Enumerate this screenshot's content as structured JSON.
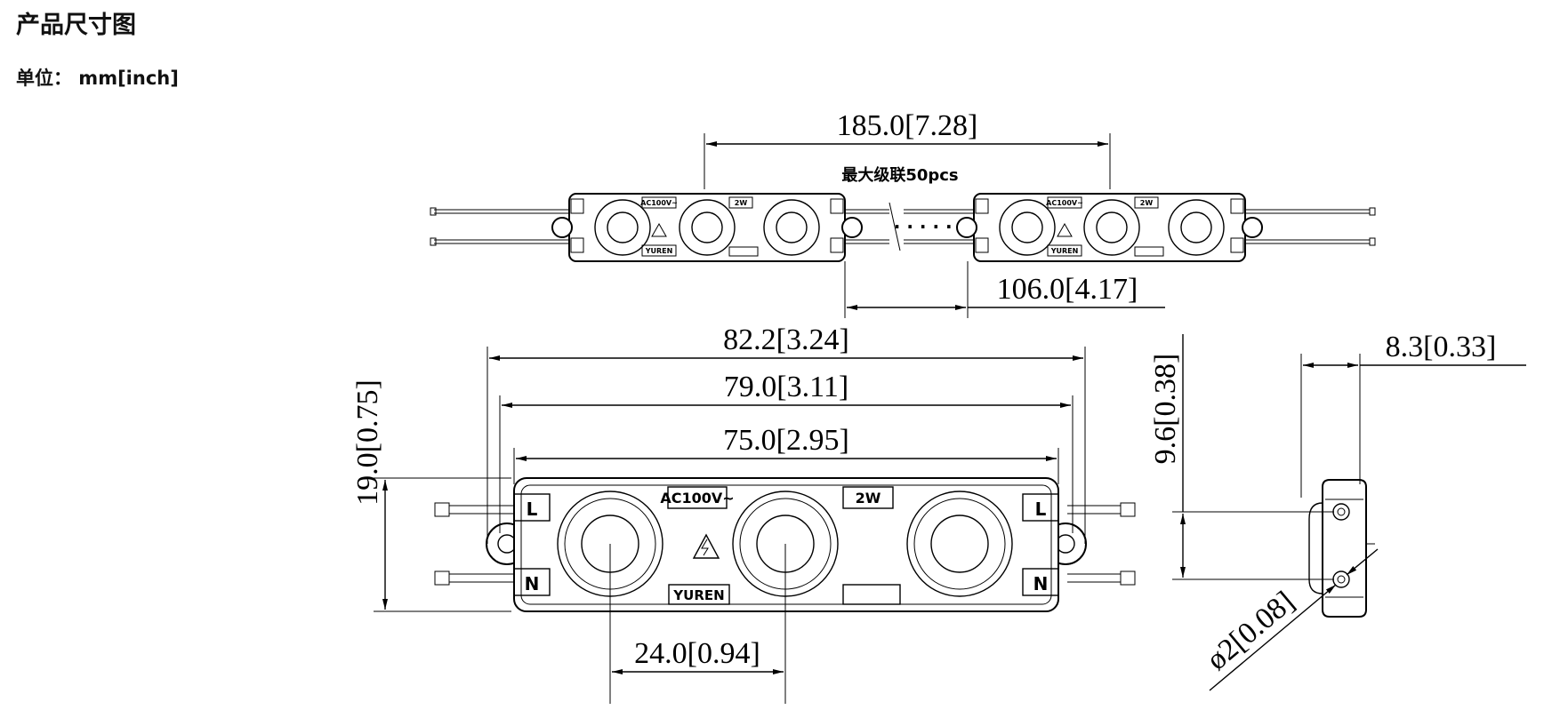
{
  "header": {
    "title": "产品尺寸图",
    "unit_label": "单位： mm[inch]"
  },
  "drawing": {
    "chain_length": "185.0[7.28]",
    "chain_note": "最大级联50pcs",
    "chain_dots": "· · · · · ·",
    "module_pitch": "106.0[4.17]",
    "overall_length": "82.2[3.24]",
    "mount_length": "79.0[3.11]",
    "body_length": "75.0[2.95]",
    "height": "19.0[0.75]",
    "lens_pitch": "24.0[0.94]",
    "side_height": "9.6[0.38]",
    "side_depth": "8.3[0.33]",
    "hole_diameter": "ø2[0.08]",
    "label_voltage": "AC100V~",
    "label_power": "2W",
    "label_brand": "YUREN",
    "label_voltage_small": "AC100V~",
    "label_power_small": "2W",
    "label_brand_small": "YUREN",
    "terminal_l": "L",
    "terminal_n": "N"
  },
  "colors": {
    "line": "#000000",
    "background": "#ffffff"
  }
}
